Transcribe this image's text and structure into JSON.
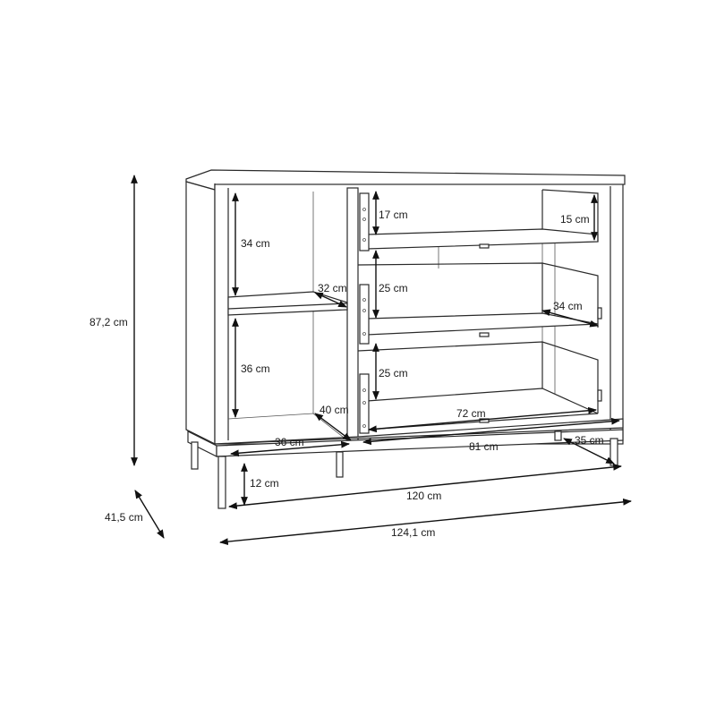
{
  "diagram": {
    "subject": "sideboard / chest with shelves and three open drawers",
    "dimensions": {
      "total_height": "87,2 cm",
      "depth_total": "41,5 cm",
      "width_total": "124,1 cm",
      "width_body": "120 cm",
      "leg_height": "12 cm",
      "left_upper_shelf_height": "34 cm",
      "left_lower_shelf_height": "36 cm",
      "shelf_depth": "32 cm",
      "left_compartment_depth": "40 cm",
      "left_compartment_width": "36 cm",
      "right_compartment_width": "81 cm",
      "top_drawer_opening": "17 cm",
      "top_drawer_height": "15 cm",
      "middle_drawer_opening": "25 cm",
      "drawer_depth": "34 cm",
      "bottom_drawer_opening": "25 cm",
      "drawer_inner_width": "72 cm",
      "right_depth": "35 cm"
    }
  }
}
